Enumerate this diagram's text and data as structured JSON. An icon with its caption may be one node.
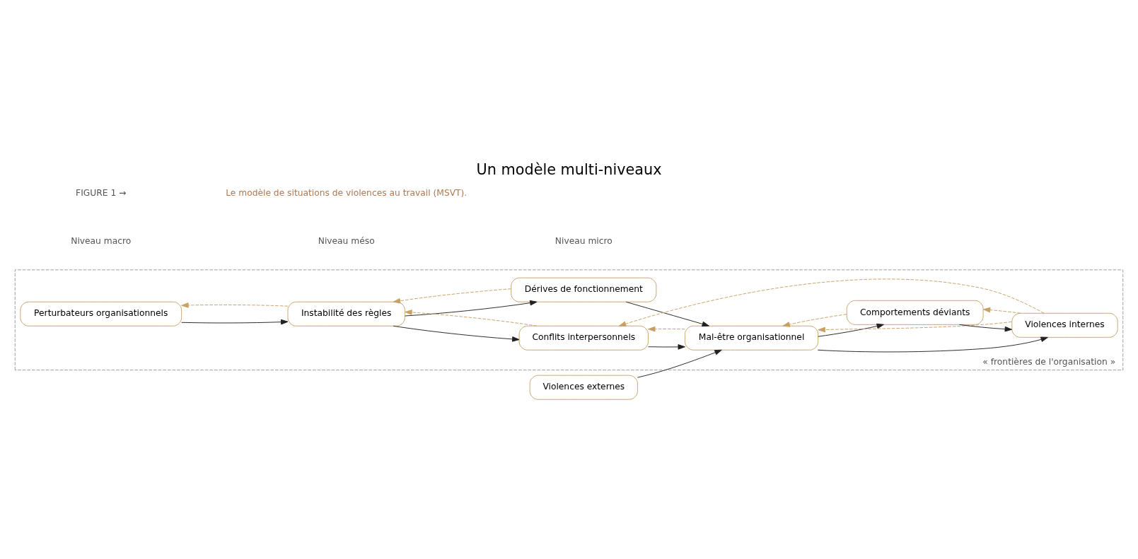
{
  "diagram": {
    "title": "Un modèle multi-niveaux",
    "nodes": [
      {
        "text": [
          "« frontières de l'organisation »"
        ]
      },
      {
        "text": [
          "Perturbateurs organisationnels"
        ],
        "in": 0
      },
      {
        "text": [
          "Instabilité des règles"
        ],
        "in": 0
      },
      {
        "text": [
          "Conflits interpersonnels"
        ],
        "in": 0
      },
      {
        "text": [
          "Dérives de fonctionnement"
        ],
        "in": 0
      },
      {
        "text": [
          "Mal-être organisationnel"
        ],
        "in": 0
      },
      {
        "text": [
          "Violences internes"
        ],
        "in": 0
      },
      {
        "text": [
          "Comportements déviants"
        ],
        "in": 0
      },
      {
        "text": [
          "Violences externes"
        ]
      }
    ],
    "edges": [
      {
        "from": 1,
        "to": 2,
        "arrow": "to"
      },
      {
        "from": 2,
        "to": 3,
        "arrow": "to"
      },
      {
        "from": 2,
        "to": 4,
        "arrow": "to"
      },
      {
        "from": 3,
        "to": 5,
        "arrow": "to"
      },
      {
        "from": 4,
        "to": 5,
        "arrow": "to"
      },
      {
        "from": 8,
        "to": 5,
        "arrow": "to"
      },
      {
        "from": 5,
        "to": 7,
        "arrow": "to"
      },
      {
        "from": 5,
        "to": 6,
        "arrow": "to"
      },
      {
        "from": 7,
        "to": 6,
        "arrow": "to"
      },
      {
        "from": 2,
        "to": 1,
        "arrow": "to",
        "style": "dashed",
        "color": "#c8a064"
      },
      {
        "from": 3,
        "to": 2,
        "arrow": "to",
        "style": "dashed",
        "color": "#c8a064"
      },
      {
        "from": 4,
        "to": 2,
        "arrow": "to",
        "style": "dashed",
        "color": "#c8a064"
      },
      {
        "from": 5,
        "to": 3,
        "arrow": "to",
        "style": "dashed",
        "color": "#c8a064"
      },
      {
        "from": 6,
        "to": 3,
        "arrow": "to",
        "style": "dashed",
        "color": "#c8a064"
      },
      {
        "from": 6,
        "to": 5,
        "arrow": "to",
        "style": "dashed",
        "color": "#c8a064"
      },
      {
        "from": 7,
        "to": 5,
        "arrow": "to",
        "style": "dashed",
        "color": "#c8a064"
      },
      {
        "from": 6,
        "to": 7,
        "arrow": "to",
        "style": "dashed",
        "color": "#c8a064"
      }
    ],
    "labels": [
      "Niveau macro",
      "Niveau méso",
      "Niveau micro",
      "FIGURE 1 →",
      "Le modèle de situations de violences au travail (MSVT)."
    ]
  }
}
